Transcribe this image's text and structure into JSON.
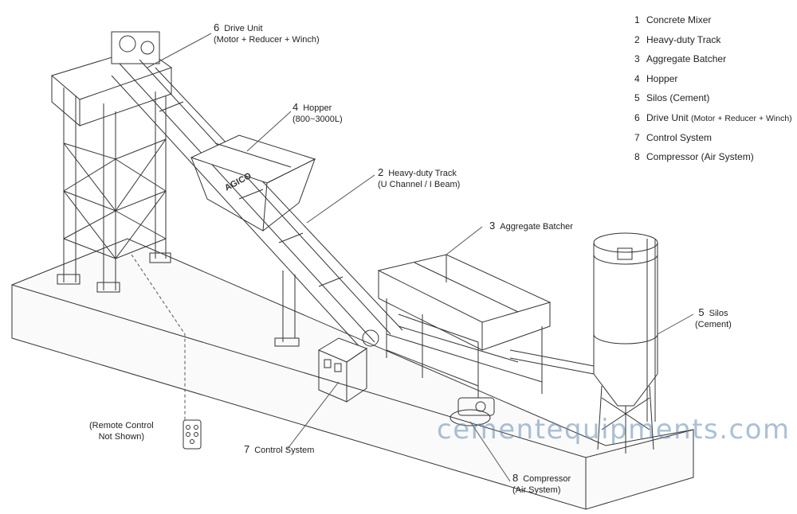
{
  "legend": [
    {
      "num": "1",
      "text": "Concrete Mixer",
      "note": ""
    },
    {
      "num": "2",
      "text": "Heavy-duty Track",
      "note": ""
    },
    {
      "num": "3",
      "text": "Aggregate Batcher",
      "note": ""
    },
    {
      "num": "4",
      "text": "Hopper",
      "note": ""
    },
    {
      "num": "5",
      "text": "Silos (Cement)",
      "note": ""
    },
    {
      "num": "6",
      "text": "Drive Unit",
      "note": "(Motor + Reducer + Winch)"
    },
    {
      "num": "7",
      "text": "Control System",
      "note": ""
    },
    {
      "num": "8",
      "text": "Compressor (Air System)",
      "note": ""
    }
  ],
  "callouts": {
    "drive": {
      "num": "6",
      "line1": "Drive Unit",
      "line2": "(Motor + Reducer + Winch)"
    },
    "hopper": {
      "num": "4",
      "line1": "Hopper",
      "line2": "(800~3000L)"
    },
    "track": {
      "num": "2",
      "line1": "Heavy-duty Track",
      "line2": "(U Channel / I Beam)"
    },
    "batcher": {
      "num": "3",
      "line1": "Aggregate Batcher"
    },
    "silos": {
      "num": "5",
      "line1": "Silos",
      "line2": "(Cement)"
    },
    "control": {
      "num": "7",
      "line1": "Control System"
    },
    "compressor": {
      "num": "8",
      "line1": "Compressor",
      "line2": "(Air System)"
    },
    "remote": {
      "line1": "(Remote Control",
      "line2": "Not Shown)"
    }
  },
  "brand": "AGICO",
  "watermark": "cementequipments.com",
  "colors": {
    "line": "#333333",
    "watermark": "#6a8fb4"
  }
}
